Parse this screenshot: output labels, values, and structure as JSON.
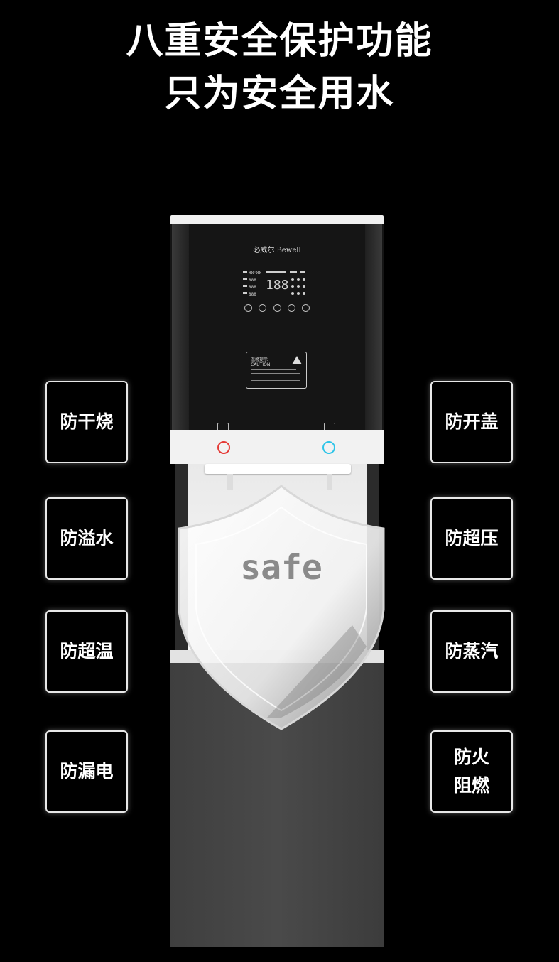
{
  "headline": {
    "line1": "八重安全保护功能",
    "line2": "只为安全用水"
  },
  "features_left": [
    {
      "label": "防干烧"
    },
    {
      "label": "防溢水"
    },
    {
      "label": "防超温"
    },
    {
      "label": "防漏电"
    }
  ],
  "features_right": [
    {
      "label": "防开盖"
    },
    {
      "label": "防超压"
    },
    {
      "label": "防蒸汽"
    },
    {
      "lines": [
        "防火",
        "阻燃"
      ]
    }
  ],
  "product": {
    "brand": "必威尔 Bewell",
    "caution_title": "温馨提示",
    "caution_sub": "CAUTION",
    "shield_text": "safe"
  },
  "colors": {
    "background": "#000000",
    "hot_indicator": "#e53935",
    "cold_indicator": "#2ec4e8"
  }
}
